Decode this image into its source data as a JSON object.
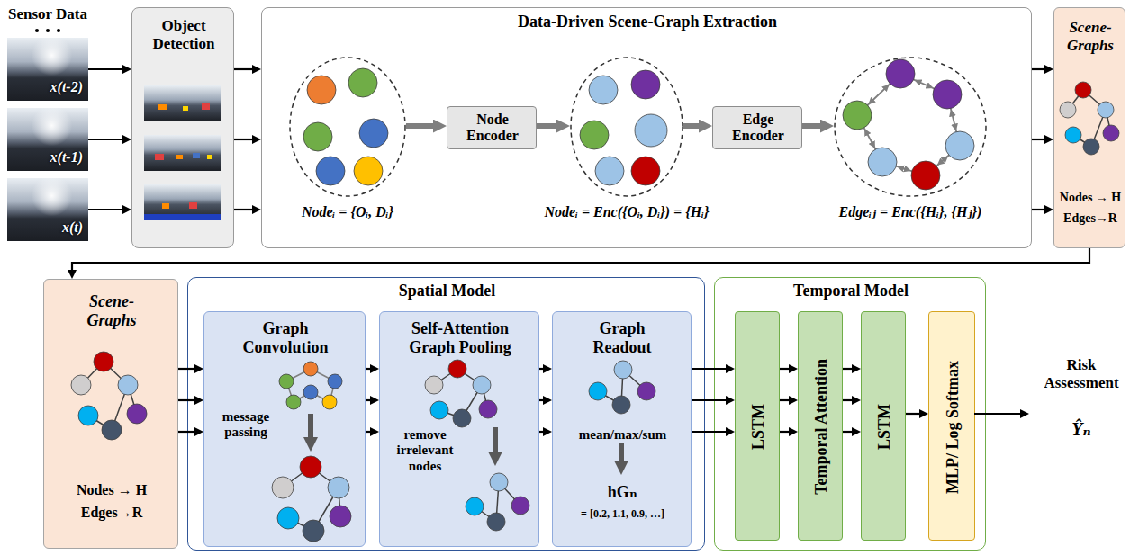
{
  "diagram": {
    "nodes": [
      {
        "text": [
          "x(t-2)"
        ]
      },
      {
        "text": [
          "x(t-1)"
        ]
      },
      {
        "text": [
          "x(t)"
        ]
      },
      {
        "text": [
          "Object Detection"
        ]
      },
      {
        "text": [
          "Data-Driven Scene-Graph Extraction"
        ]
      },
      {
        "text": [
          "Nodeᵢ = {Oᵢ, Dᵢ}"
        ],
        "in": 4
      },
      {
        "text": [
          "Node Encoder"
        ],
        "in": 4
      },
      {
        "text": [
          "Nodeᵢ = Enc({Oᵢ, Dᵢ}) = {Hᵢ}"
        ],
        "in": 4
      },
      {
        "text": [
          "Edge Encoder"
        ],
        "in": 4
      },
      {
        "text": [
          "Edgeᵢⱼ = Enc({Hᵢ}, {Hⱼ})"
        ],
        "in": 4
      },
      {
        "text": [
          "Scene-Graphs",
          "Nodes → H",
          "Edges→R"
        ]
      },
      {
        "text": [
          "Scene-Graphs",
          "Nodes → H",
          "Edges→R"
        ]
      },
      {
        "text": [
          "Spatial Model"
        ]
      },
      {
        "text": [
          "Graph Convolution",
          "message passing"
        ],
        "in": 12
      },
      {
        "text": [
          "Self-Attention Graph Pooling",
          "remove irrelevant nodes"
        ],
        "in": 12
      },
      {
        "text": [
          "Graph Readout",
          "mean/max/sum",
          "hGₙ",
          "= [0.2, 1.1, 0.9, …]"
        ],
        "in": 12
      },
      {
        "text": [
          "Temporal Model"
        ]
      },
      {
        "text": [
          "LSTM"
        ],
        "in": 16
      },
      {
        "text": [
          "Temporal Attention"
        ],
        "in": 16
      },
      {
        "text": [
          "LSTM"
        ],
        "in": 16
      },
      {
        "text": [
          "MLP/ Log Softmax"
        ],
        "in": 16
      }
    ],
    "edges": [
      {
        "from": 0,
        "to": 3,
        "arrow": "to"
      },
      {
        "from": 1,
        "to": 3,
        "arrow": "to"
      },
      {
        "from": 2,
        "to": 3,
        "arrow": "to"
      },
      {
        "from": 3,
        "to": 4,
        "arrow": "to"
      },
      {
        "from": 3,
        "to": 4,
        "arrow": "to"
      },
      {
        "from": 3,
        "to": 4,
        "arrow": "to"
      },
      {
        "from": 5,
        "to": 6,
        "arrow": "to"
      },
      {
        "from": 6,
        "to": 7,
        "arrow": "to"
      },
      {
        "from": 7,
        "to": 8,
        "arrow": "to"
      },
      {
        "from": 8,
        "to": 9,
        "arrow": "to"
      },
      {
        "from": 4,
        "to": 10,
        "arrow": "to"
      },
      {
        "from": 4,
        "to": 10,
        "arrow": "to"
      },
      {
        "from": 4,
        "to": 10,
        "arrow": "to"
      },
      {
        "from": 10,
        "to": 11,
        "arrow": "to"
      },
      {
        "from": 11,
        "to": 13,
        "arrow": "to"
      },
      {
        "from": 11,
        "to": 13,
        "arrow": "to"
      },
      {
        "from": 11,
        "to": 13,
        "arrow": "to"
      },
      {
        "from": 13,
        "to": 14,
        "arrow": "to"
      },
      {
        "from": 13,
        "to": 14,
        "arrow": "to"
      },
      {
        "from": 13,
        "to": 14,
        "arrow": "to"
      },
      {
        "from": 14,
        "to": 15,
        "arrow": "to"
      },
      {
        "from": 14,
        "to": 15,
        "arrow": "to"
      },
      {
        "from": 14,
        "to": 15,
        "arrow": "to"
      },
      {
        "from": 15,
        "to": 17,
        "arrow": "to"
      },
      {
        "from": 15,
        "to": 17,
        "arrow": "to"
      },
      {
        "from": 15,
        "to": 17,
        "arrow": "to"
      },
      {
        "from": 17,
        "to": 18,
        "arrow": "to"
      },
      {
        "from": 17,
        "to": 18,
        "arrow": "to"
      },
      {
        "from": 17,
        "to": 18,
        "arrow": "to"
      },
      {
        "from": 18,
        "to": 19,
        "arrow": "to"
      },
      {
        "from": 18,
        "to": 19,
        "arrow": "to"
      },
      {
        "from": 18,
        "to": 19,
        "arrow": "to"
      },
      {
        "from": 19,
        "to": 20,
        "arrow": "to"
      }
    ],
    "labels": [
      "Sensor Data",
      "Risk Assessment",
      "Ŷₙ"
    ]
  }
}
